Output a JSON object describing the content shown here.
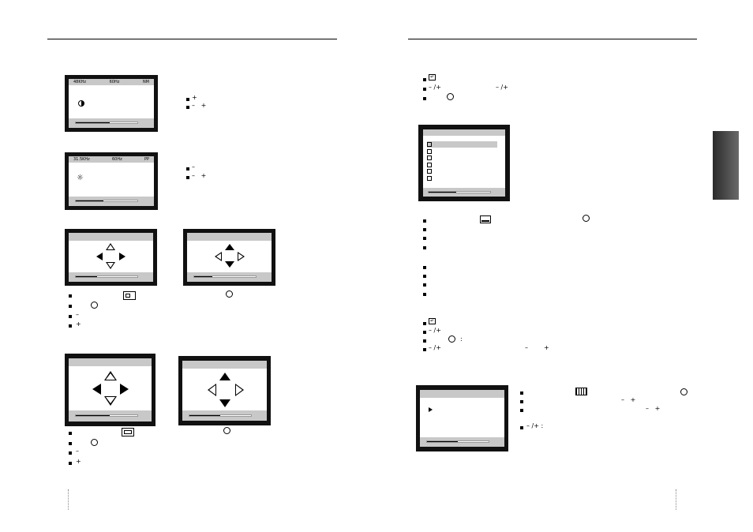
{
  "screens": {
    "contrast": {
      "hfreq": "48KHz",
      "vfreq": "60Hz",
      "mode": "NM",
      "icon": "contrast-icon",
      "level": 0.55
    },
    "brightness": {
      "hfreq": "31.5KHz",
      "vfreq": "60Hz",
      "mode": "PP",
      "icon": "sun-icon",
      "level": 0.45
    },
    "hposition": {
      "level": 0.35
    },
    "vposition": {
      "level": 0.3
    },
    "hsize": {
      "level": 0.55
    },
    "vsize": {
      "level": 0.5
    },
    "language": {
      "items": [
        "",
        "",
        "",
        "",
        "",
        ""
      ],
      "level": 0.45
    },
    "recall": {
      "level": 0.5
    }
  },
  "text": {
    "plus": "+",
    "minus": "–",
    "minus_plus": "– /+",
    "minus_space_plus": "–   +",
    "colon": ":",
    "minus_plus_colon": "– /+ :"
  },
  "colors": {
    "osd_bezel": "#111111",
    "osd_bar": "#c8c8c8",
    "tab": "#444444"
  }
}
